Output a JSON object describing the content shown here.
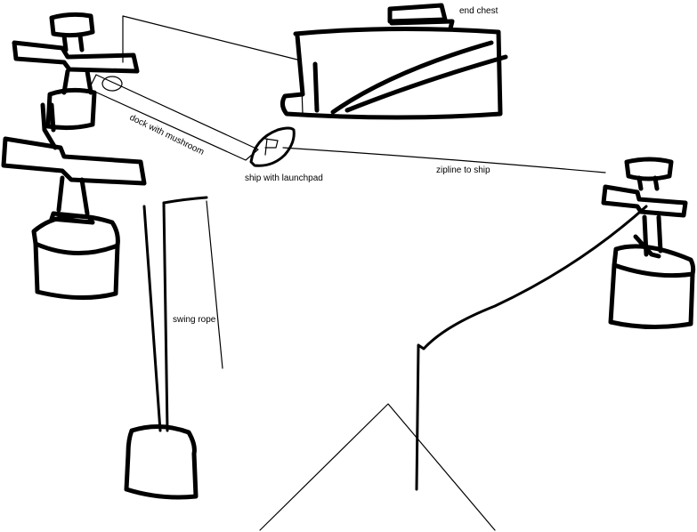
{
  "labels": {
    "end_chest": "end chest",
    "dock_with_mushroom": "dock with mushroom",
    "ship_with_launchpad": "ship with launchpad",
    "zipline_to_ship": "zipline to ship",
    "swing_rope": "swing rope"
  },
  "ship_glyph": "P"
}
